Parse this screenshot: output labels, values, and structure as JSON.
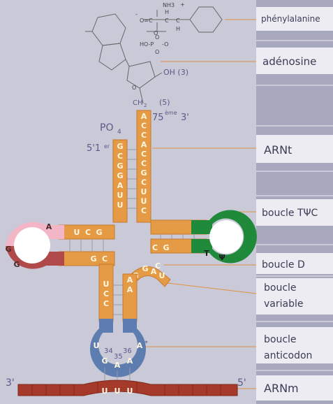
{
  "labels": {
    "phenylalanine": "phénylalanine",
    "adenosine": "adénosine",
    "arnt": "ARNt",
    "boucle_tpsic": "boucle TΨC",
    "boucle_d": "boucle D",
    "boucle_variable_1": "boucle",
    "boucle_variable_2": "variable",
    "boucle_anticodon_1": "boucle",
    "boucle_anticodon_2": "anticodon",
    "arnm": "ARNm"
  },
  "annotations": {
    "po4": "PO",
    "po4_sub": "4",
    "five_prime_first": "5'1",
    "first_sup": "er",
    "seventyfive": "75",
    "eme_sup": "ème",
    "three_prime_top": "3'",
    "oh3": "OH (3)",
    "ch2": "CH",
    "ch2_sub": "2",
    "five_paren": "(5)",
    "n34": "34",
    "n35": "35",
    "n36": "36",
    "star": "*",
    "mrna_3": "3'",
    "mrna_5": "5'"
  },
  "chemistry": {
    "nh3": "NH3",
    "minus": "-",
    "plus": "+",
    "o_c": "O=C",
    "c": "C",
    "h": "H",
    "o": "O",
    "ho_p": "HO-P",
    "p_o": "-O",
    "oh": "OH"
  },
  "acceptor_5_strand": [
    "G",
    "C",
    "G",
    "G",
    "A",
    "U",
    "U"
  ],
  "acceptor_3_strand": [
    "A",
    "C",
    "C",
    "A",
    "C",
    "C",
    "G",
    "C",
    "U",
    "U",
    "C"
  ],
  "d_arm_top": [
    "U",
    "C",
    "G"
  ],
  "d_arm_bottom": [
    "G",
    "C"
  ],
  "d_loop": [
    "A",
    "G",
    "G"
  ],
  "t_arm": [
    "C",
    "G"
  ],
  "t_loop": [
    "T",
    "Ψ"
  ],
  "variable": [
    "C",
    "U",
    "A",
    "G",
    "G"
  ],
  "anticodon_stem": [
    "A",
    "U",
    "C",
    "C",
    "A"
  ],
  "anticodon": [
    "U",
    "G",
    "A",
    "A",
    "A"
  ],
  "codon": [
    "U",
    "U",
    "U"
  ],
  "colors": {
    "acceptor": "#e59a45",
    "t_arm": "#1f8a3a",
    "d_arm": "#f2b6c6",
    "d_loop_inner": "#b04a4a",
    "anticodon": "#5d7db0",
    "mrna": "#a63a2a",
    "label_column": "#a7a7bd"
  }
}
